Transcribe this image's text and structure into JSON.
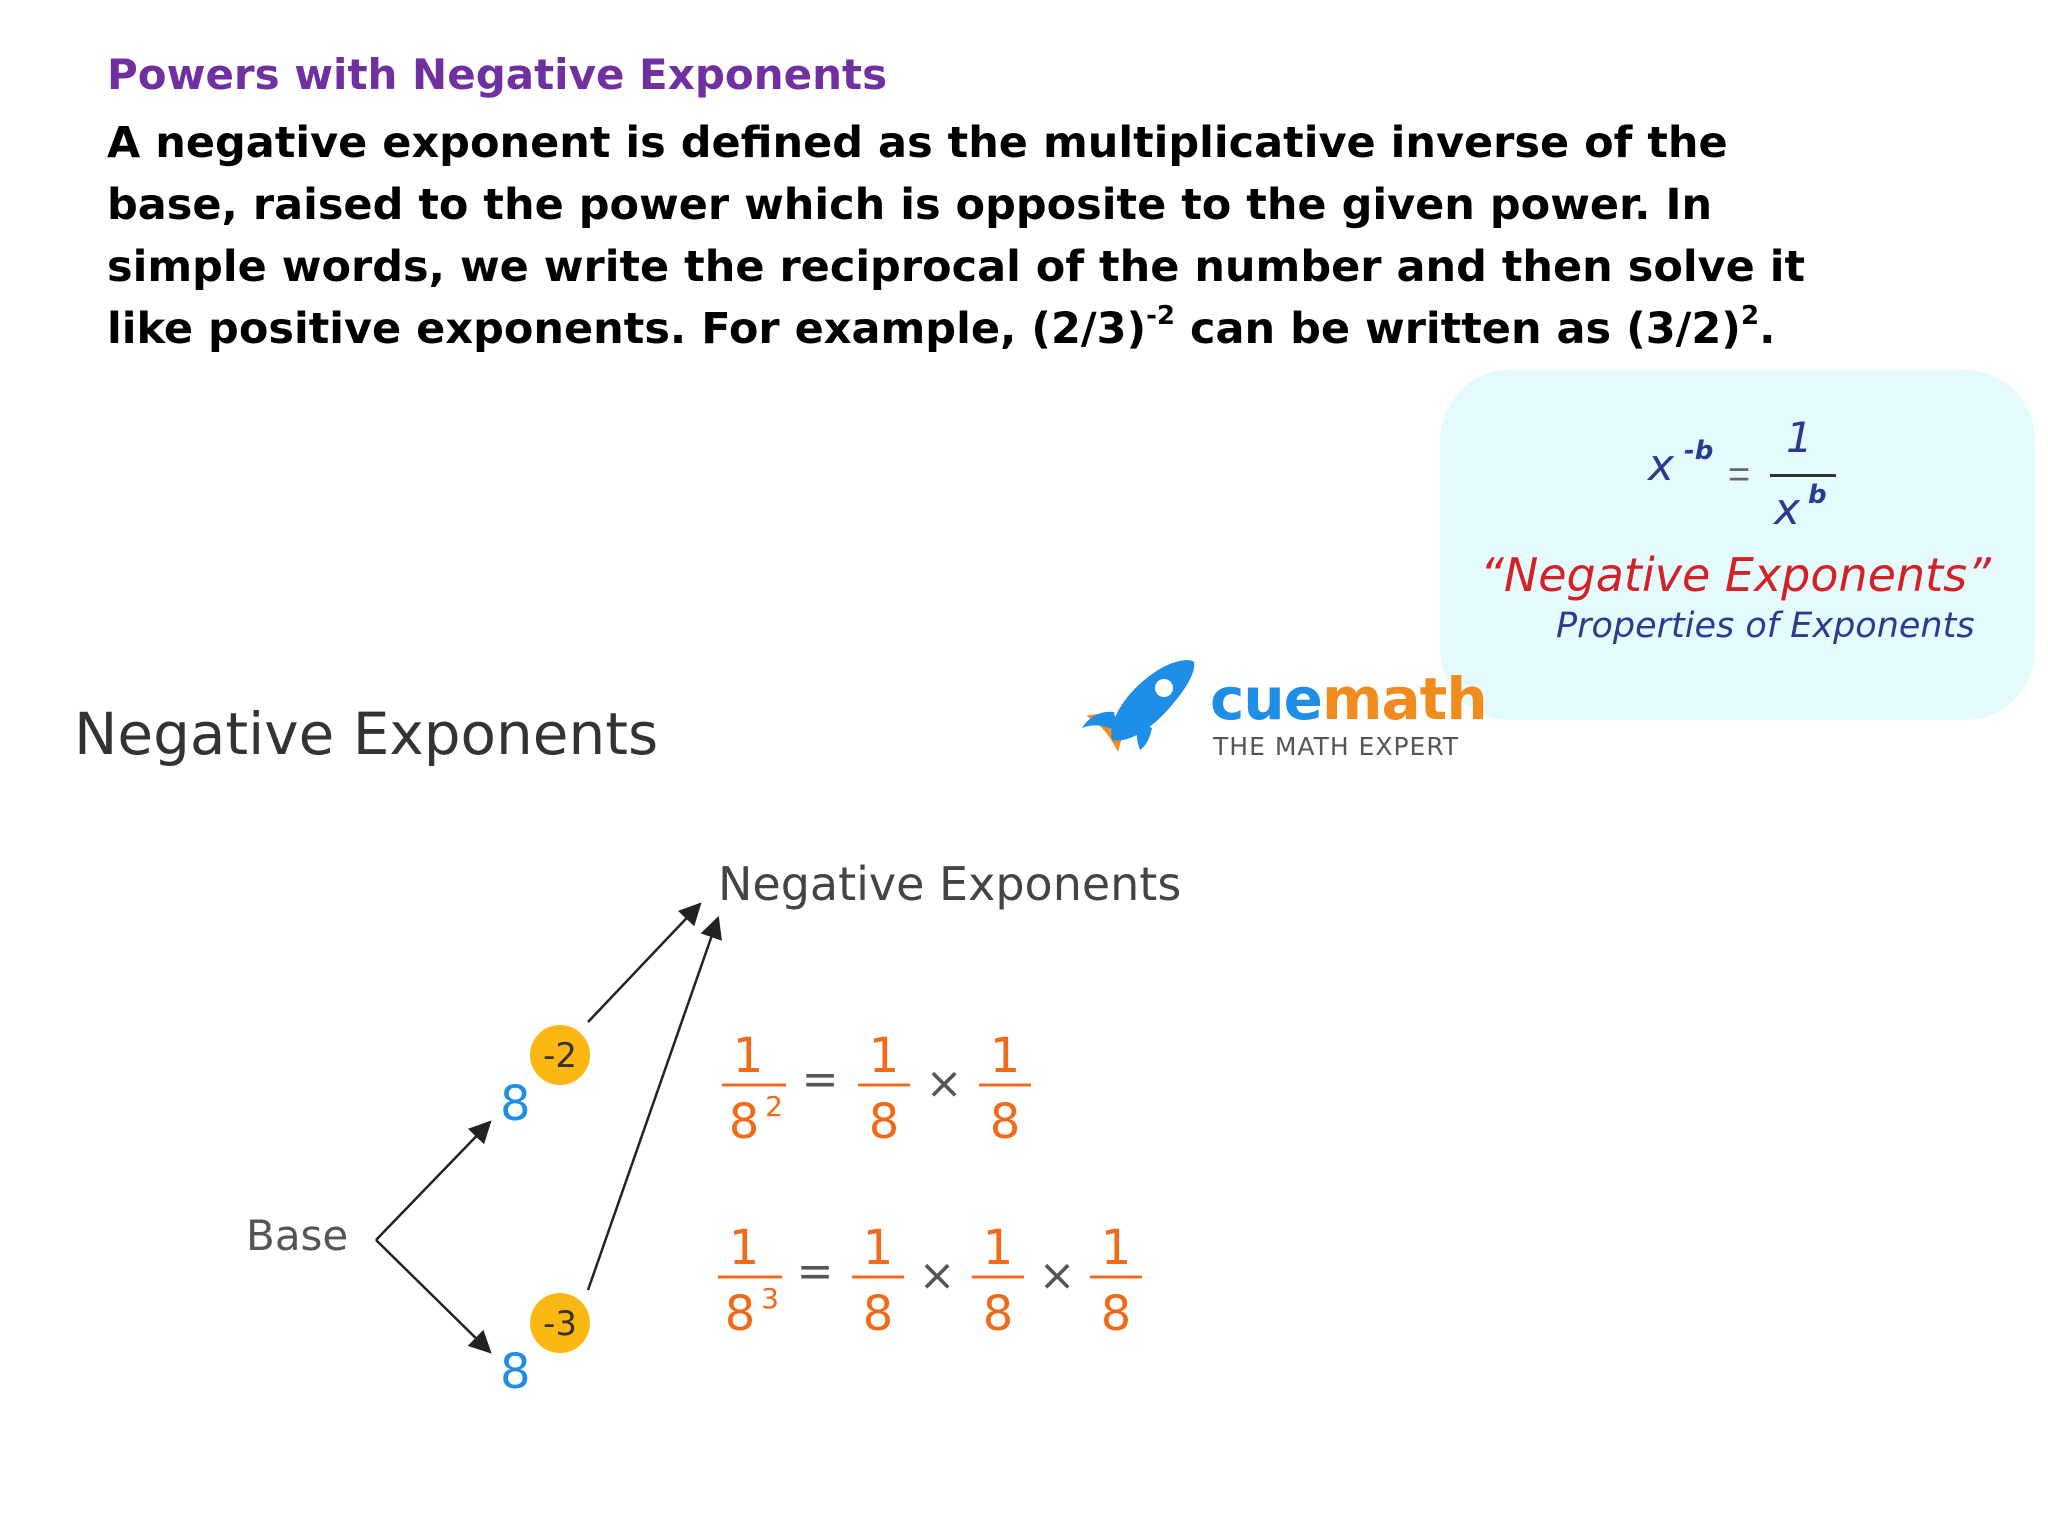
{
  "slide": {
    "heading": "Powers with Negative Exponents",
    "body": {
      "line1": "A negative exponent is defined as the multiplicative inverse of the",
      "line2": "base, raised to the power which is opposite to the given power. In",
      "line3": "simple words, we write the reciprocal of the number and then solve it",
      "line4_prefix": "like positive exponents. For example, (2/3)",
      "line4_exp1": "-2",
      "line4_mid": " can be written as (3/2)",
      "line4_exp2": "2",
      "line4_end": "."
    }
  },
  "rule_card": {
    "base": "x",
    "exponent": "-b",
    "equals": "=",
    "numerator": "1",
    "denominator_base": "x",
    "denominator_exponent": "b",
    "title": "“Negative Exponents”",
    "subtitle": "Properties of Exponents",
    "background": "#e5fafc"
  },
  "infographic": {
    "title": "Negative Exponents",
    "brand": {
      "name_part1": "cue",
      "name_part2": "math",
      "tagline": "THE MATH EXPERT",
      "colors": {
        "blue": "#1f8ee6",
        "orange": "#f08c1e"
      },
      "icon": "rocket-icon"
    },
    "diagram": {
      "label_top": "Negative Exponents",
      "label_base": "Base",
      "base_top": "8",
      "exp_top": "-2",
      "base_bottom": "8",
      "exp_bottom": "-3",
      "badge_color": "#fbb812",
      "eq1": {
        "lhs_num": "1",
        "lhs_den": "8",
        "lhs_exp": "2",
        "equals": "=",
        "times": "×",
        "f1_num": "1",
        "f1_den": "8",
        "f2_num": "1",
        "f2_den": "8"
      },
      "eq2": {
        "lhs_num": "1",
        "lhs_den": "8",
        "lhs_exp": "3",
        "equals": "=",
        "times": "×",
        "f1_num": "1",
        "f1_den": "8",
        "f2_num": "1",
        "f2_den": "8",
        "f3_num": "1",
        "f3_den": "8"
      },
      "fraction_color": "#f06a1c"
    }
  }
}
